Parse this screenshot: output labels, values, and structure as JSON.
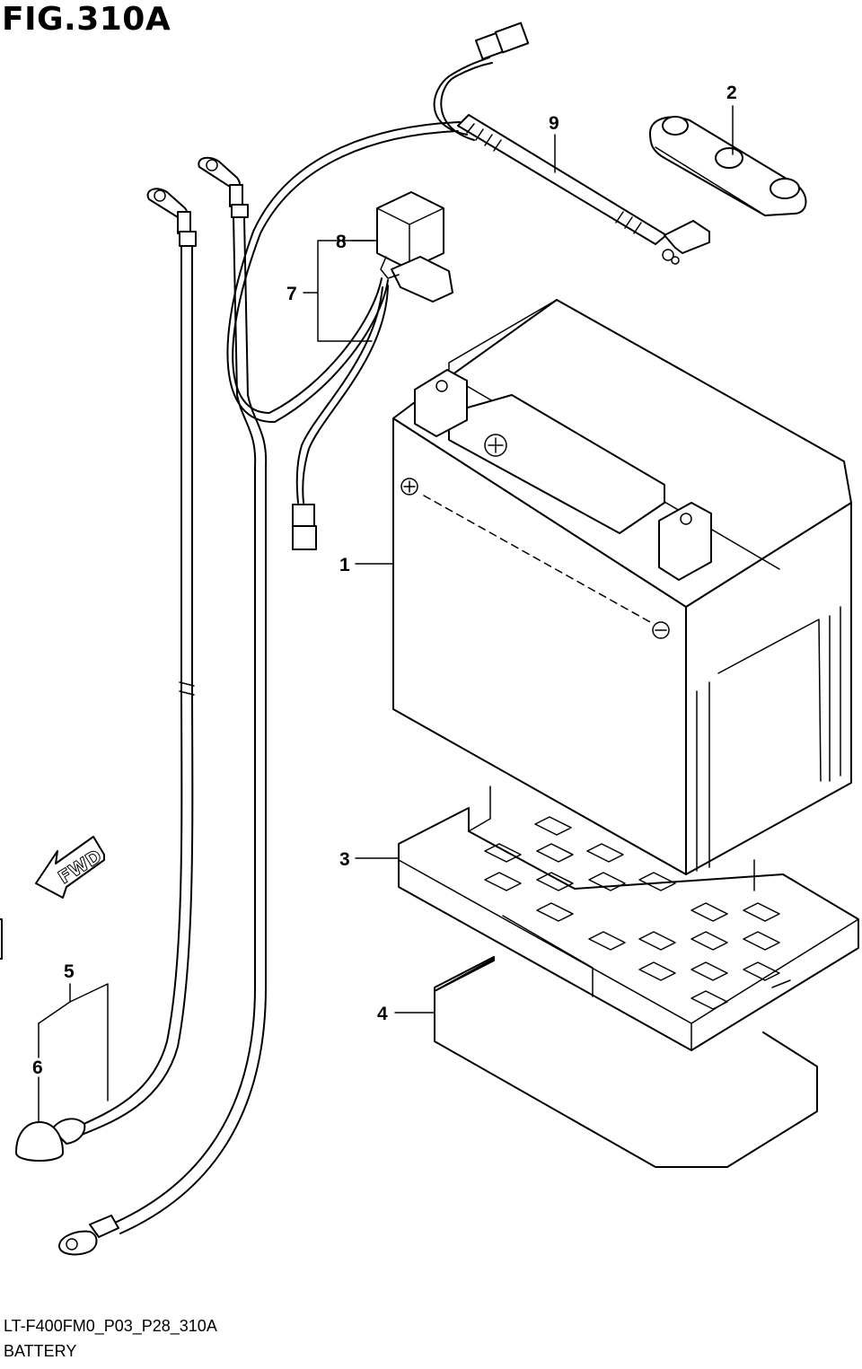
{
  "figure": {
    "title": "FIG.310A"
  },
  "callouts": [
    {
      "id": "1",
      "label": "1"
    },
    {
      "id": "2",
      "label": "2"
    },
    {
      "id": "3",
      "label": "3"
    },
    {
      "id": "4",
      "label": "4"
    },
    {
      "id": "5",
      "label": "5"
    },
    {
      "id": "6",
      "label": "6"
    },
    {
      "id": "7",
      "label": "7"
    },
    {
      "id": "8",
      "label": "8"
    },
    {
      "id": "9",
      "label": "9"
    }
  ],
  "direction_marker": {
    "label": "FWD",
    "icon": "fwd-arrow-icon"
  },
  "footer": {
    "code": "LT-F400FM0_P03_P28_310A",
    "name": "BATTERY"
  }
}
